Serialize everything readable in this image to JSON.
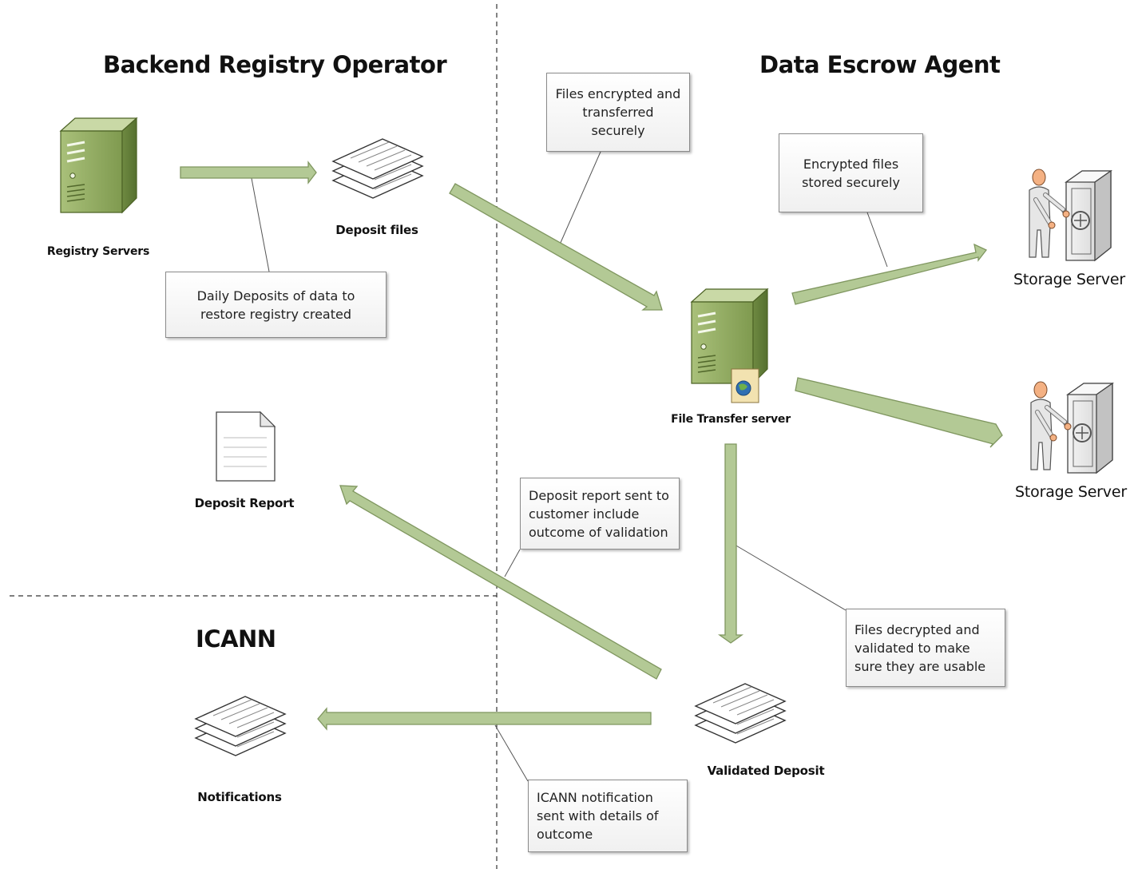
{
  "sections": {
    "backend": "Backend Registry Operator",
    "escrow": "Data Escrow Agent",
    "icann": "ICANN"
  },
  "nodes": {
    "registry_servers": "Registry Servers",
    "deposit_files": "Deposit files",
    "file_transfer_server": "File Transfer server",
    "storage_server_1": "Storage Server",
    "storage_server_2": "Storage Server",
    "deposit_report": "Deposit Report",
    "validated_deposit": "Validated Deposit",
    "notifications": "Notifications"
  },
  "callouts": {
    "daily_deposits": "Daily Deposits of data to\nrestore registry created",
    "encrypted_transfer": "Files encrypted and\ntransferred\nsecurely",
    "stored_securely": "Encrypted files\nstored securely",
    "decrypted_validated": "Files decrypted and\nvalidated to make\nsure they are usable",
    "report_sent": "Deposit report sent to\ncustomer include\noutcome of validation",
    "icann_notification": "ICANN notification\nsent with details of\noutcome"
  },
  "colors": {
    "arrow_fill": "#b3c995",
    "arrow_stroke": "#7f965f",
    "server_green": "#93ad62",
    "divider": "#333333"
  },
  "icons": {
    "server": "server-icon",
    "documents": "document-stack-icon",
    "report": "document-icon",
    "vault": "person-with-vault-icon",
    "globe": "globe-icon"
  }
}
